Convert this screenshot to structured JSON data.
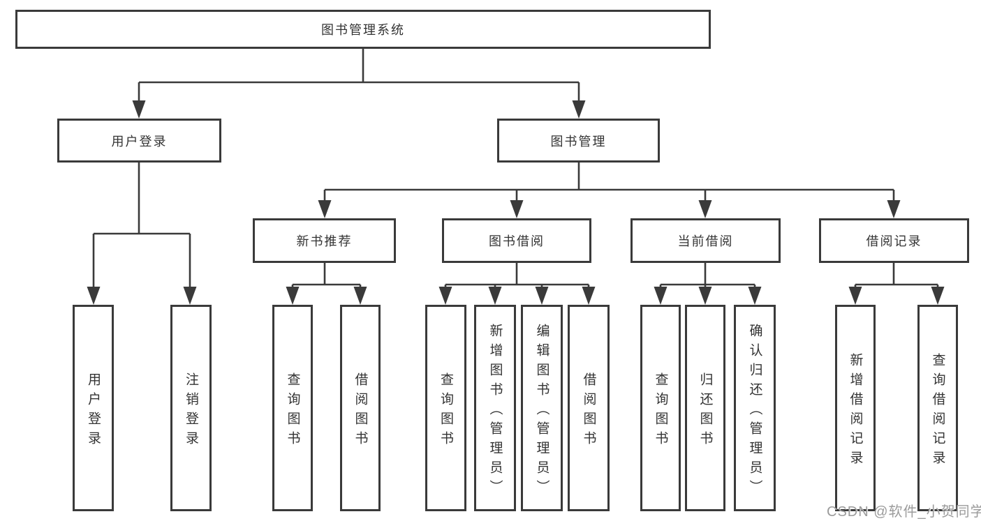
{
  "diagram": {
    "type": "hierarchy",
    "tree": {
      "label": "图书管理系统",
      "children": [
        {
          "label": "用户登录",
          "children": [
            {
              "label": "用户登录"
            },
            {
              "label": "注销登录"
            }
          ]
        },
        {
          "label": "图书管理",
          "children": [
            {
              "label": "新书推荐",
              "children": [
                {
                  "label": "查询图书"
                },
                {
                  "label": "借阅图书"
                }
              ]
            },
            {
              "label": "图书借阅",
              "children": [
                {
                  "label": "查询图书"
                },
                {
                  "label": "新增图书（管理员）"
                },
                {
                  "label": "编辑图书（管理员）"
                },
                {
                  "label": "借阅图书"
                }
              ]
            },
            {
              "label": "当前借阅",
              "children": [
                {
                  "label": "查询图书"
                },
                {
                  "label": "归还图书"
                },
                {
                  "label": "确认归还（管理员）"
                }
              ]
            },
            {
              "label": "借阅记录",
              "children": [
                {
                  "label": "新增借阅记录"
                },
                {
                  "label": "查询借阅记录"
                }
              ]
            }
          ]
        }
      ]
    },
    "colors": {
      "line": "#3a3a3a",
      "text": "#333333",
      "background": "#ffffff",
      "watermark": "#9b9b9b"
    }
  },
  "watermark": "CSDN @软件_小贺同学"
}
